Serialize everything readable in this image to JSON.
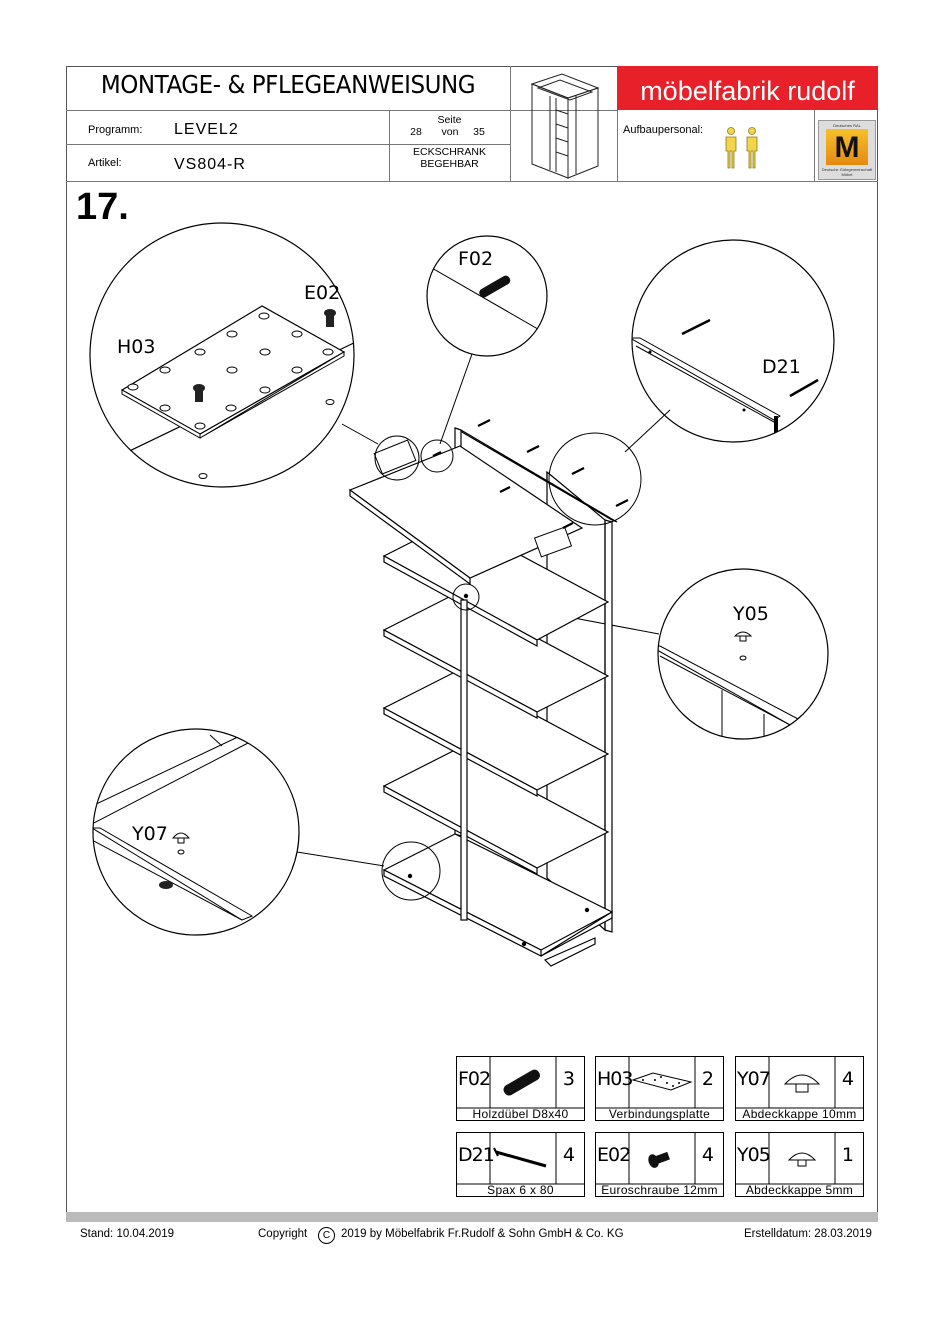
{
  "header": {
    "title": "MONTAGE- & PFLEGEANWEISUNG",
    "programm_label": "Programm:",
    "programm_value": "LEVEL2",
    "artikel_label": "Artikel:",
    "artikel_value": "VS804-R",
    "seite_label": "Seite",
    "seite_num": "28",
    "seite_von": "von",
    "seite_total": "35",
    "product_line1": "ECKSCHRANK",
    "product_line2": "BEGEHBAR",
    "brand": "möbelfabrik rudolf",
    "aufbau_label": "Aufbaupersonal:",
    "logo_letter": "M"
  },
  "step": {
    "number": "17."
  },
  "callouts": {
    "f02": "F02",
    "e02": "E02",
    "h03": "H03",
    "d21": "D21",
    "y05": "Y05",
    "y07": "Y07"
  },
  "parts": [
    {
      "code": "F02",
      "qty": "3",
      "name": "Holzdübel D8x40",
      "icon": "dowel-icon"
    },
    {
      "code": "H03",
      "qty": "2",
      "name": "Verbindungsplatte",
      "icon": "connecting-plate-icon"
    },
    {
      "code": "Y07",
      "qty": "4",
      "name": "Abdeckkappe 10mm",
      "icon": "cover-cap-icon"
    },
    {
      "code": "D21",
      "qty": "4",
      "name": "Spax  6 x 80",
      "icon": "screw-icon"
    },
    {
      "code": "E02",
      "qty": "4",
      "name": "Euroschraube 12mm",
      "icon": "euro-screw-icon"
    },
    {
      "code": "Y05",
      "qty": "1",
      "name": "Abdeckkappe 5mm",
      "icon": "cover-cap-icon"
    }
  ],
  "footer": {
    "stand": "Stand:     10.04.2019",
    "copyright_pre": "Copyright",
    "copyright_post": "2019   by Möbelfabrik Fr.Rudolf & Sohn GmbH & Co. KG",
    "copyright_symbol": "C",
    "erstell": "Erstelldatum: 28.03.2019"
  }
}
